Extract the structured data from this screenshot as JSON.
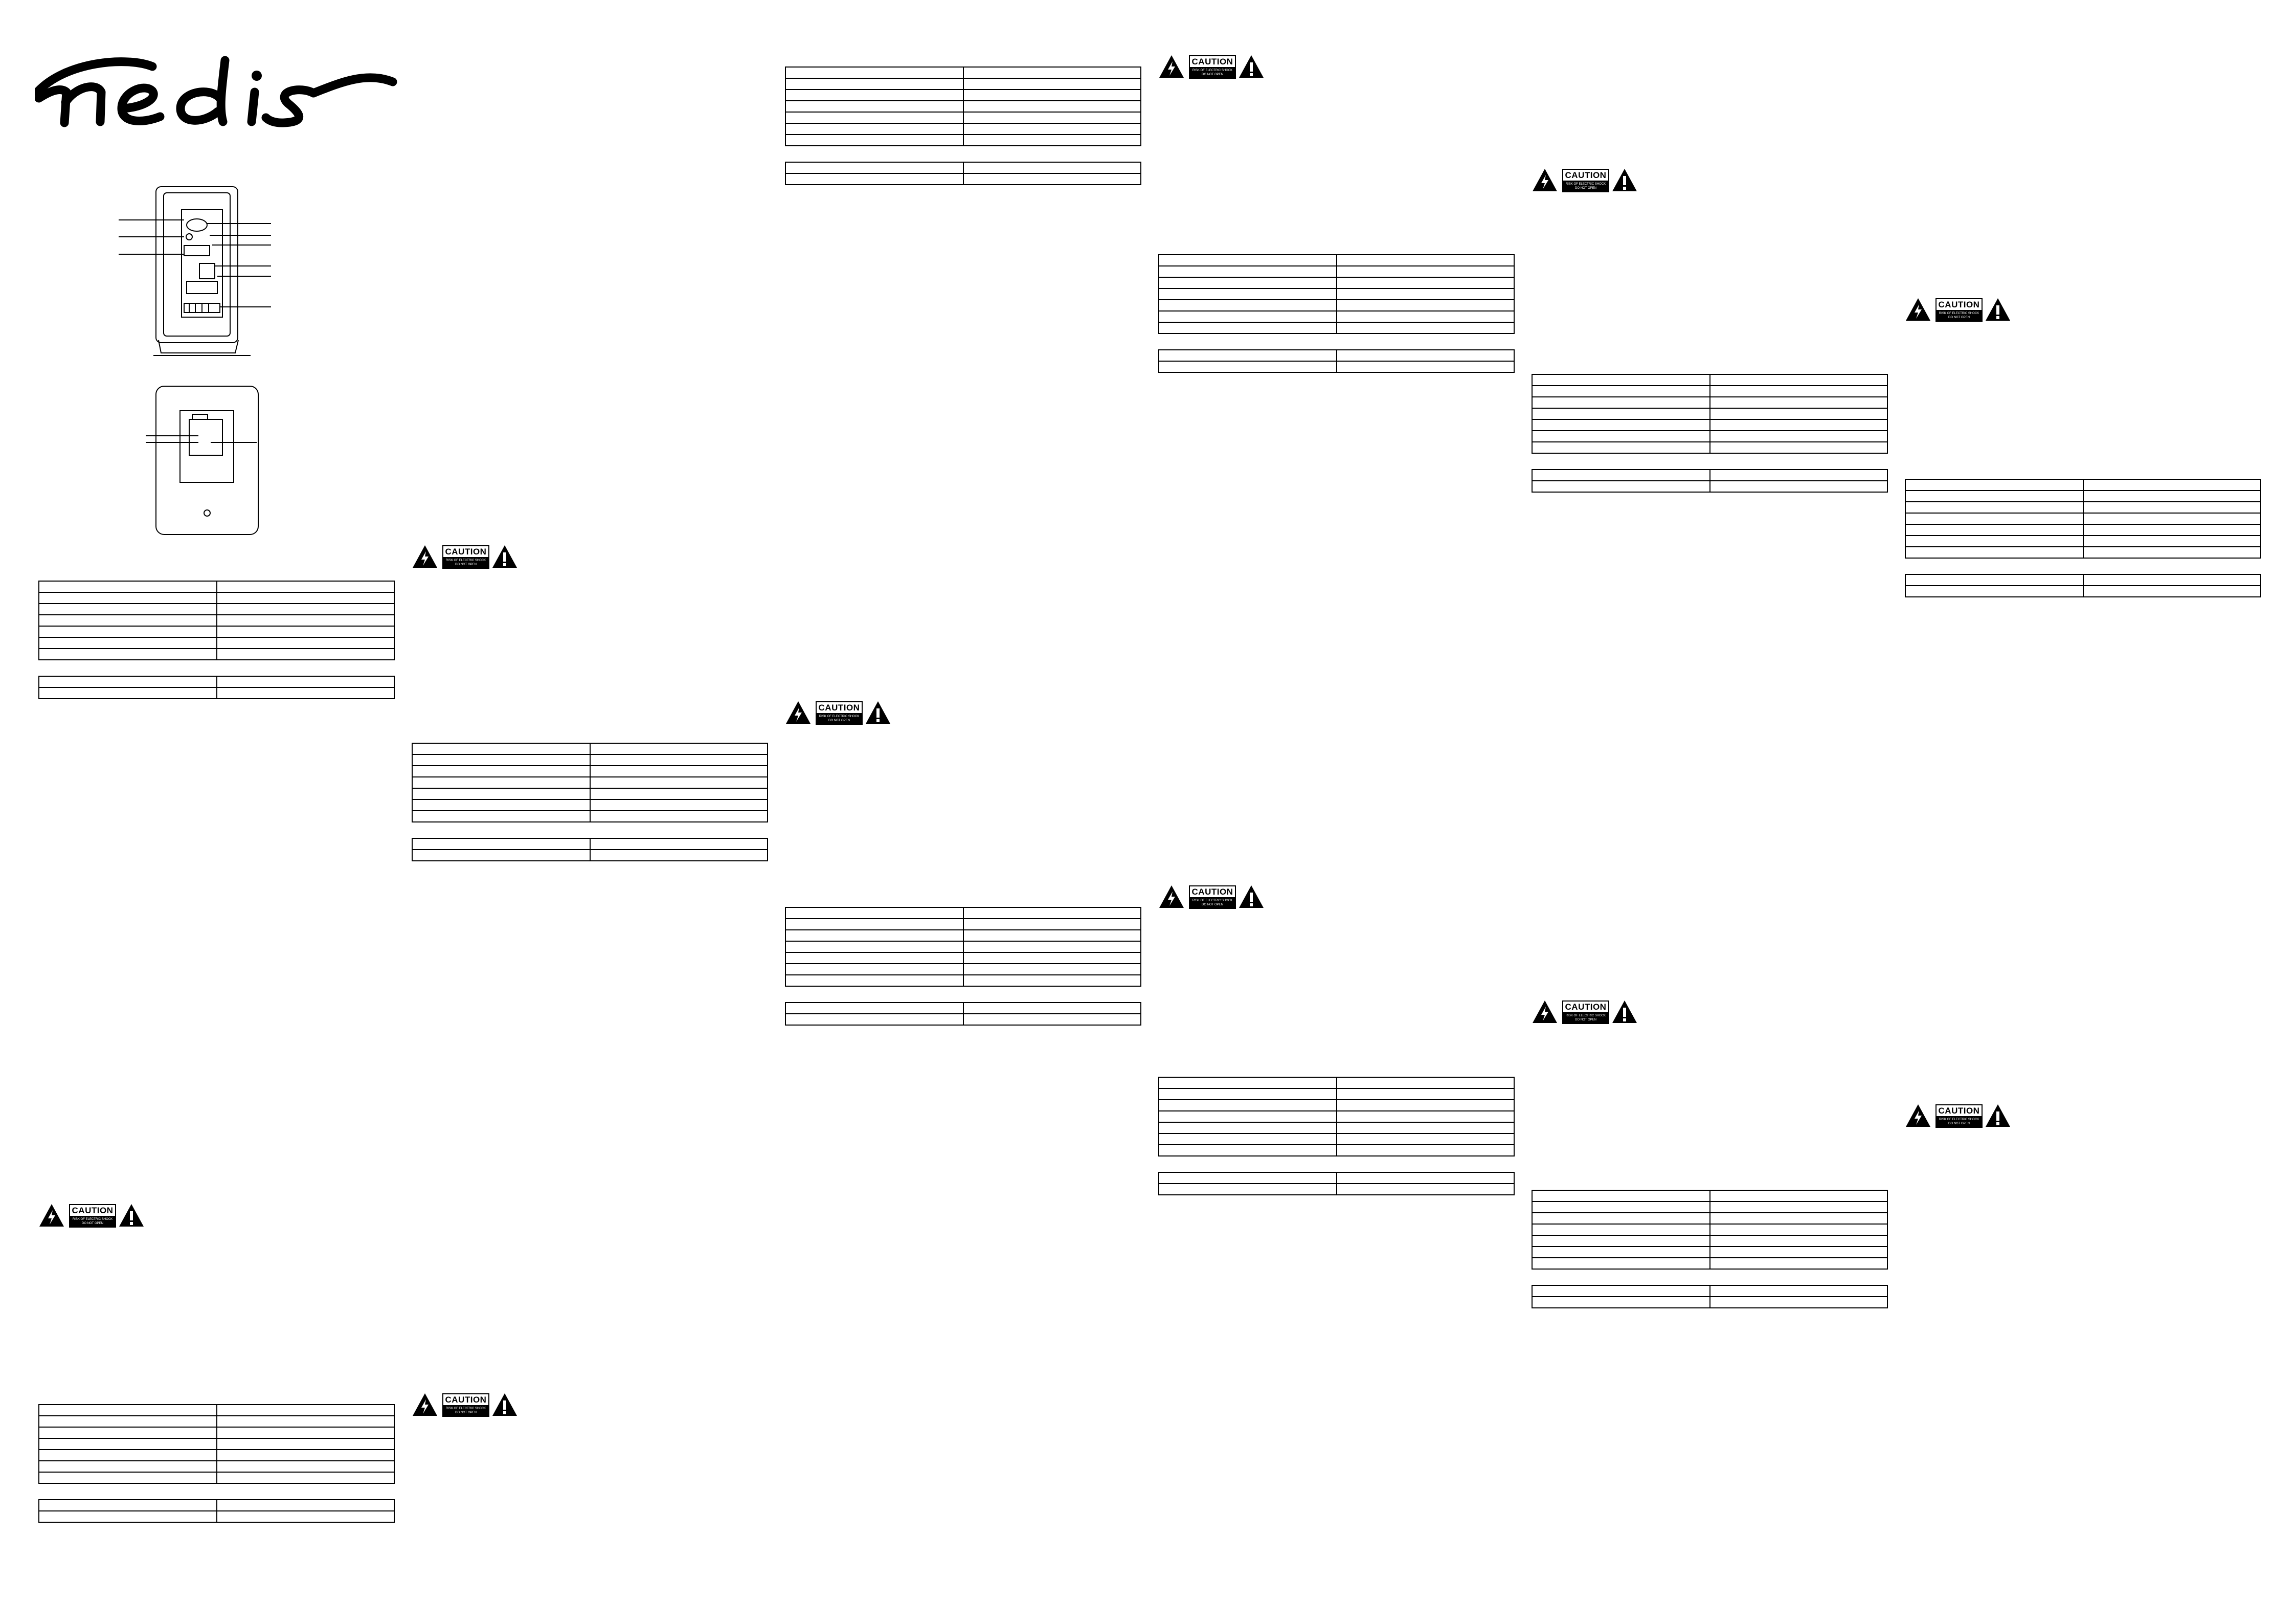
{
  "brand": {
    "logo_text": "nedis"
  },
  "warning_label": {
    "heading": "CAUTION",
    "subtext": "RISK OF ELECTRIC SHOCK DO NOT OPEN",
    "left_icon": "electric-shock-warning-icon",
    "right_icon": "exclamation-warning-icon"
  },
  "figure": {
    "front_view_icon": "weather-station-front-icon",
    "back_view_icon": "weather-station-back-icon"
  },
  "specs_tables": {
    "rows_main": 7,
    "rows_secondary": 2
  }
}
